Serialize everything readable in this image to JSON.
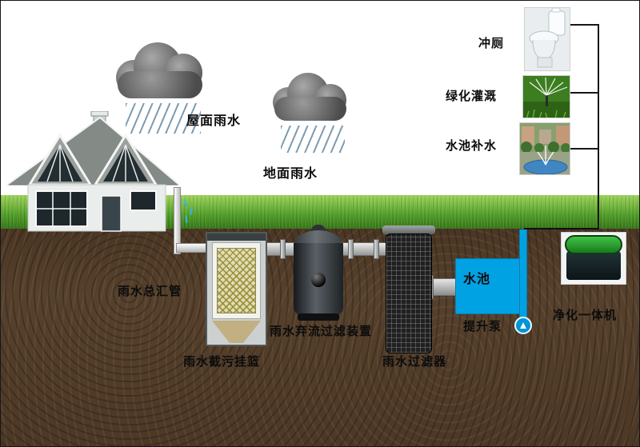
{
  "diagram": {
    "sky": {
      "roof_rain": "屋面雨水",
      "ground_rain": "地面雨水"
    },
    "uses": [
      {
        "label": "冲厕",
        "icon": "toilet-image"
      },
      {
        "label": "绿化灌溉",
        "icon": "irrigation-image"
      },
      {
        "label": "水池补水",
        "icon": "fountain-image"
      }
    ],
    "equipment": {
      "main_pipe": "雨水总汇管",
      "basket": "雨水截污挂篮",
      "diverter": "雨水弃流过滤装置",
      "filter": "雨水过滤器",
      "tank": "水池",
      "pump": "提升泵",
      "purifier": "净化一体机"
    },
    "colors": {
      "water_blue": "#00a2e3",
      "grass_green": "#4f9b27",
      "soil_brown": "#55412d",
      "cloud_gray": "#6e6e6e",
      "machine_lid_green": "#2aa12e"
    }
  }
}
